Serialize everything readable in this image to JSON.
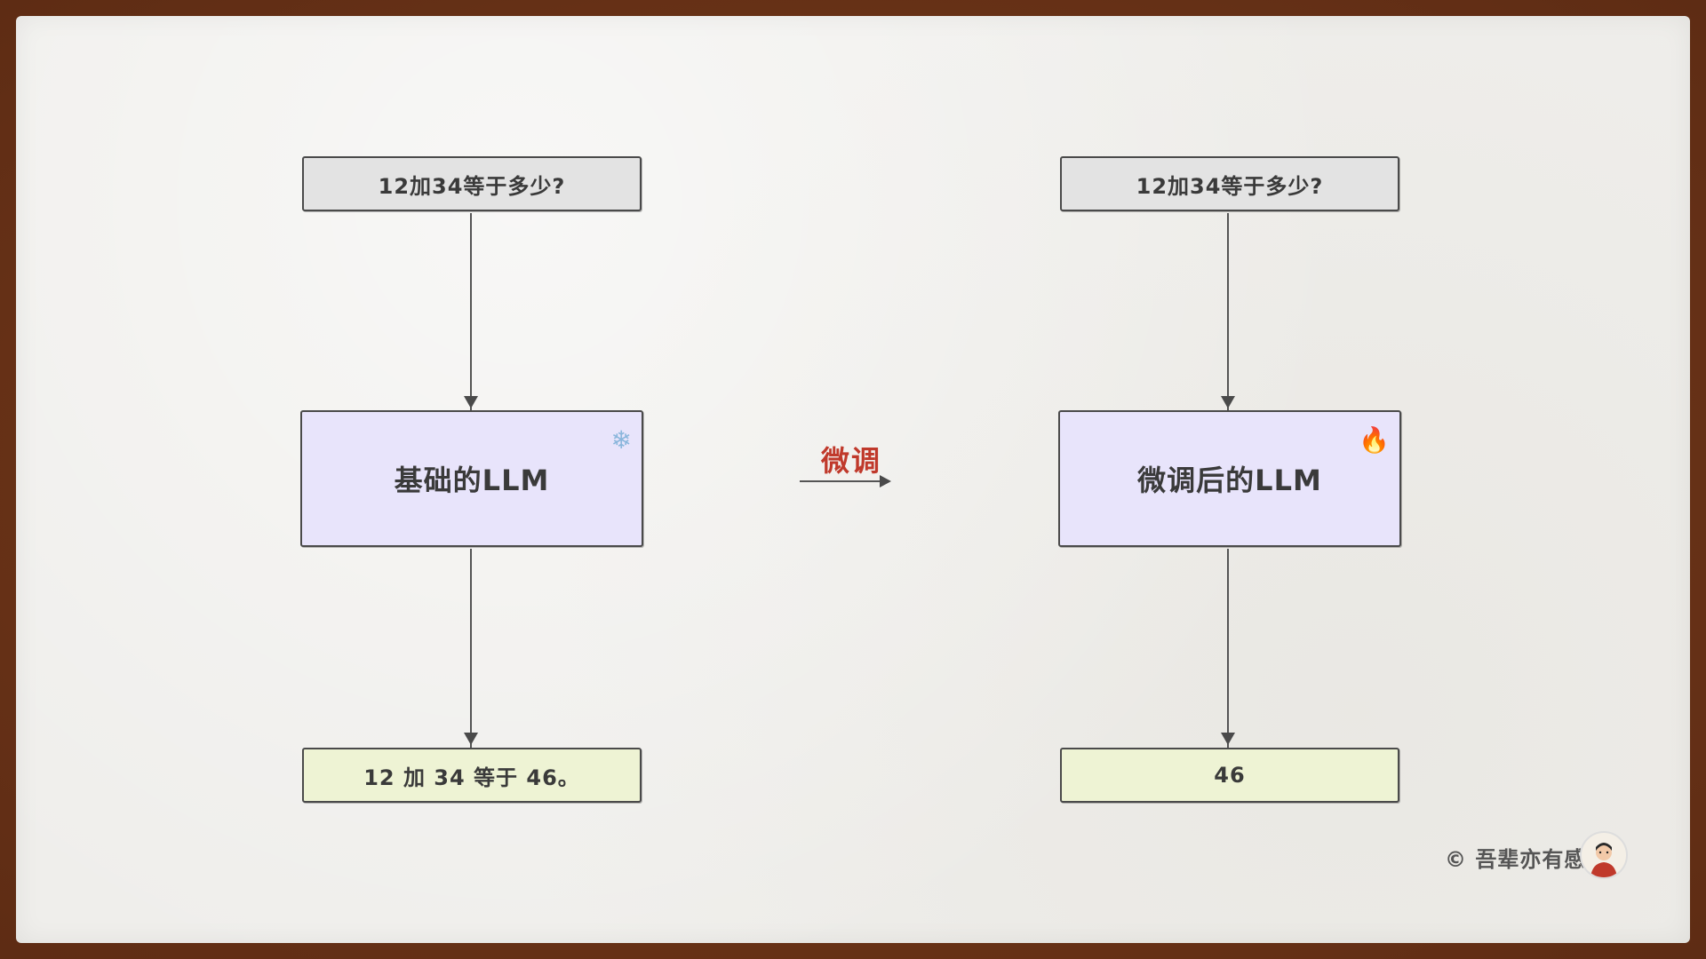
{
  "left": {
    "question": "12加34等于多少?",
    "model": "基础的LLM",
    "model_badge_icon": "snowflake-icon",
    "answer": "12 加 34 等于 46。"
  },
  "transition": {
    "label": "微调"
  },
  "right": {
    "question": "12加34等于多少?",
    "model": "微调后的LLM",
    "model_badge_icon": "fire-icon",
    "answer": "46"
  },
  "footer": {
    "copyright": "© 吾辈亦有感"
  },
  "colors": {
    "question_bg": "#e3e3e3",
    "model_bg": "#e8e4fb",
    "answer_bg": "#eef3d4",
    "label_red": "#c0392b"
  }
}
